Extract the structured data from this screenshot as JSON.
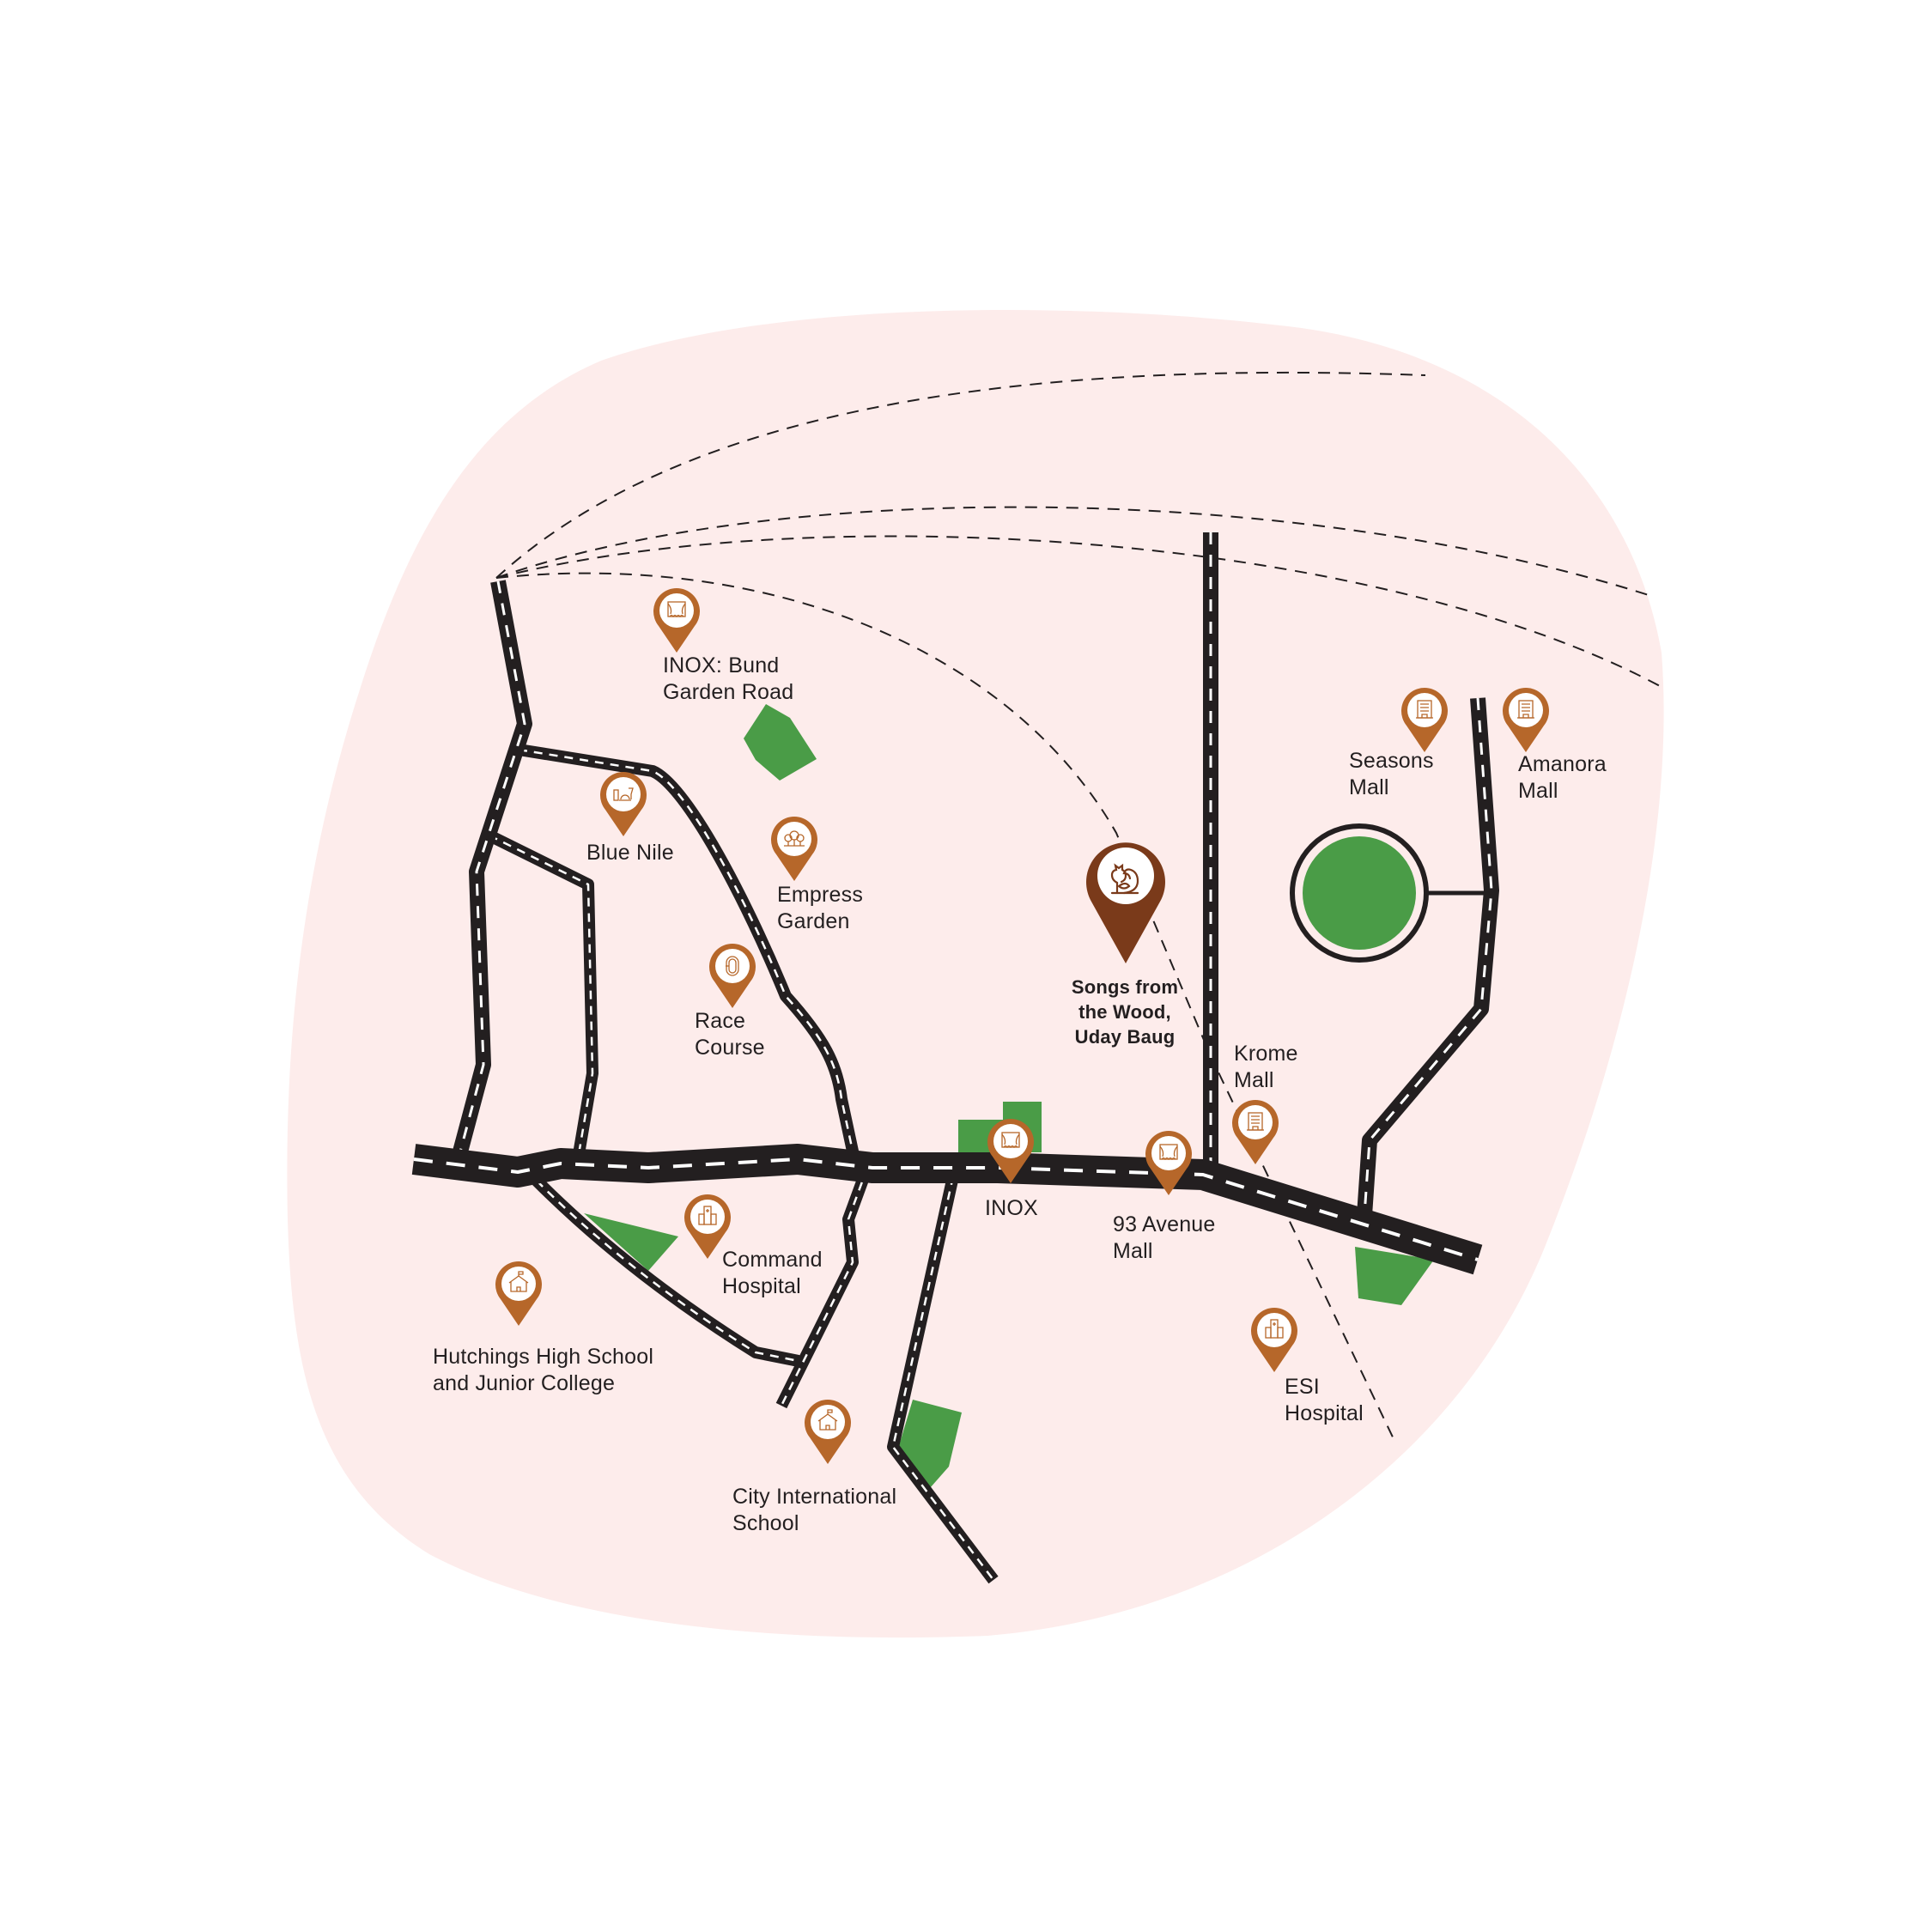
{
  "colors": {
    "background": "#ffffff",
    "blob": "#fdeceb",
    "road": "#231f20",
    "road_marking": "#ffffff",
    "park": "#4a9c47",
    "pin": "#b6672a",
    "main_pin": "#7a3a1a",
    "label_text": "#231f20"
  },
  "main_location": {
    "name": "Songs from the Wood, Uday Baug",
    "label": "Songs from\nthe Wood,\nUday Baug",
    "icon": "squirrel-icon"
  },
  "landmarks": [
    {
      "id": "inox-bund-garden",
      "label": "INOX: Bund\nGarden Road",
      "icon": "cinema-icon",
      "category": "cinema"
    },
    {
      "id": "blue-nile",
      "label": "Blue Nile",
      "icon": "restaurant-icon",
      "category": "restaurant"
    },
    {
      "id": "empress-garden",
      "label": "Empress\nGarden",
      "icon": "trees-icon",
      "category": "park"
    },
    {
      "id": "race-course",
      "label": "Race\nCourse",
      "icon": "race-track-icon",
      "category": "sports"
    },
    {
      "id": "seasons-mall",
      "label": "Seasons\nMall",
      "icon": "building-icon",
      "category": "mall"
    },
    {
      "id": "amanora-mall",
      "label": "Amanora\nMall",
      "icon": "building-icon",
      "category": "mall"
    },
    {
      "id": "krome-mall",
      "label": "Krome\nMall",
      "icon": "building-icon",
      "category": "mall"
    },
    {
      "id": "inox",
      "label": "INOX",
      "icon": "cinema-icon",
      "category": "cinema"
    },
    {
      "id": "93-avenue-mall",
      "label": "93 Avenue\nMall",
      "icon": "cinema-icon",
      "category": "mall"
    },
    {
      "id": "command-hospital",
      "label": "Command\nHospital",
      "icon": "hospital-icon",
      "category": "hospital"
    },
    {
      "id": "hutchings-school",
      "label": "Hutchings High School\nand Junior College",
      "icon": "school-icon",
      "category": "school"
    },
    {
      "id": "city-international-school",
      "label": "City International\nSchool",
      "icon": "school-icon",
      "category": "school"
    },
    {
      "id": "esi-hospital",
      "label": "ESI\nHospital",
      "icon": "hospital-icon",
      "category": "hospital"
    }
  ]
}
